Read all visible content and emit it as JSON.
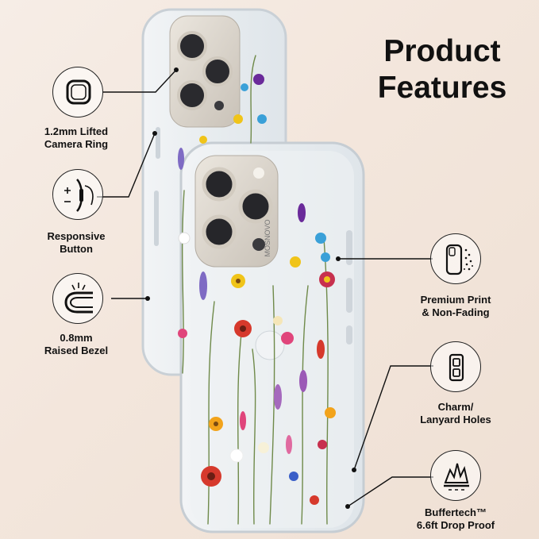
{
  "title": {
    "line1": "Product",
    "line2": "Features"
  },
  "brand_mark": "MOSNOVO",
  "features_left": [
    {
      "icon": "camera-ring-icon",
      "line1": "1.2mm Lifted",
      "line2": "Camera Ring"
    },
    {
      "icon": "button-press-icon",
      "line1": "Responsive",
      "line2": "Button"
    },
    {
      "icon": "raised-bezel-icon",
      "line1": "0.8mm",
      "line2": "Raised Bezel"
    }
  ],
  "features_right": [
    {
      "icon": "phone-print-icon",
      "line1": "Premium Print",
      "line2": "& Non-Fading"
    },
    {
      "icon": "lanyard-holes-icon",
      "line1": "Charm/",
      "line2": "Lanyard Holes"
    },
    {
      "icon": "drop-impact-icon",
      "line1": "Buffertech™",
      "line2": "6.6ft Drop Proof"
    }
  ],
  "colors": {
    "text": "#111111",
    "background": "#f4e8de",
    "case_clear": "#e9eef2",
    "phone_titanium": "#d9d4cc"
  }
}
